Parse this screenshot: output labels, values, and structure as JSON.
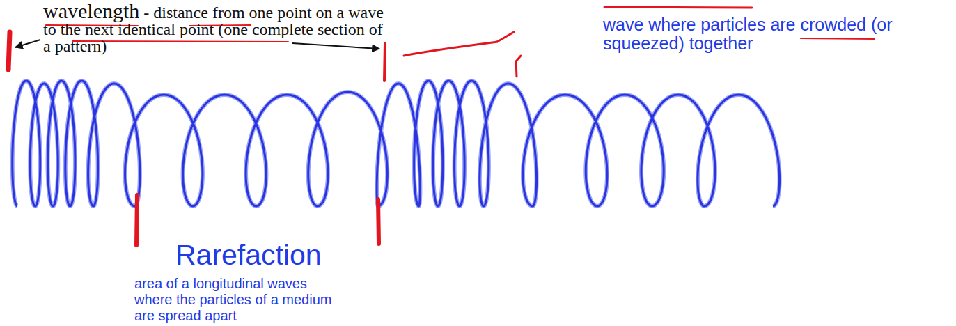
{
  "diagram": {
    "labels": [
      "wavelength",
      "- distance from one point on a wave to the next identical point (one complete section of a pattern)",
      "wave where particles are crowded (or squeezed) together",
      "Rarefaction",
      "area of a longitudinal waves where the particles of a medium are spread apart"
    ]
  }
}
